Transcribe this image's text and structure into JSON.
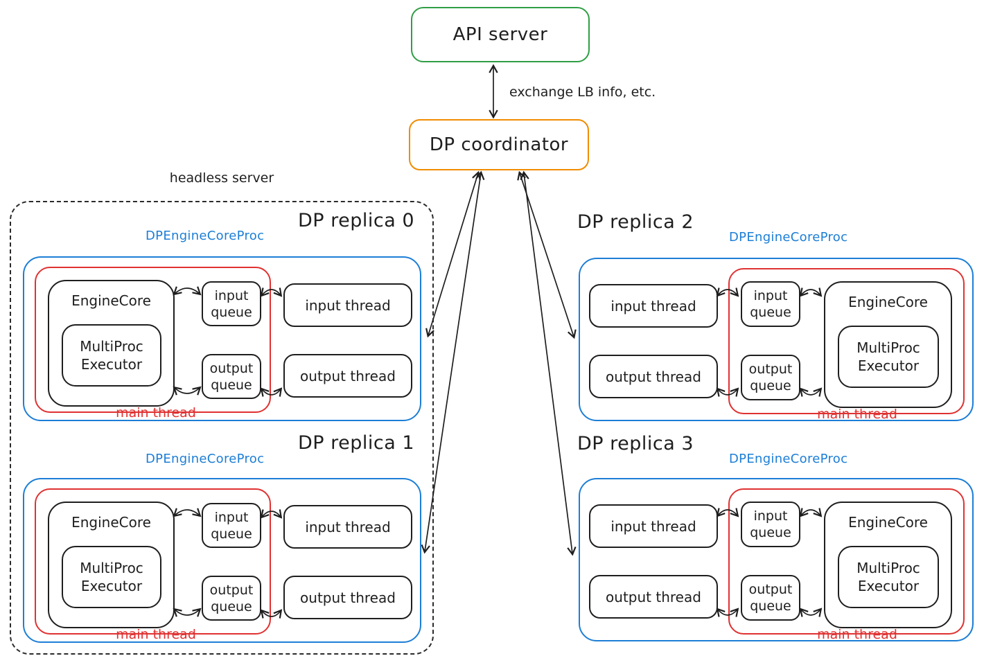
{
  "colors": {
    "green": "#2f9e44",
    "orange": "#f08c00",
    "blue": "#1c7ed6",
    "red": "#e03131",
    "ink": "#1e1e1e"
  },
  "top": {
    "api_server": "API server",
    "dp_coordinator": "DP coordinator",
    "link_label": "exchange LB info, etc."
  },
  "headless": {
    "label": "headless server"
  },
  "replicas": [
    {
      "title": "DP replica 0",
      "proc": "DPEngineCoreProc",
      "engine_core": "EngineCore",
      "executor": "MultiProc\nExecutor",
      "input_queue": "input\nqueue",
      "output_queue": "output\nqueue",
      "input_thread": "input thread",
      "output_thread": "output thread",
      "main_thread": "main thread"
    },
    {
      "title": "DP replica 1",
      "proc": "DPEngineCoreProc",
      "engine_core": "EngineCore",
      "executor": "MultiProc\nExecutor",
      "input_queue": "input\nqueue",
      "output_queue": "output\nqueue",
      "input_thread": "input thread",
      "output_thread": "output thread",
      "main_thread": "main thread"
    },
    {
      "title": "DP replica 2",
      "proc": "DPEngineCoreProc",
      "engine_core": "EngineCore",
      "executor": "MultiProc\nExecutor",
      "input_queue": "input\nqueue",
      "output_queue": "output\nqueue",
      "input_thread": "input thread",
      "output_thread": "output thread",
      "main_thread": "main thread"
    },
    {
      "title": "DP replica 3",
      "proc": "DPEngineCoreProc",
      "engine_core": "EngineCore",
      "executor": "MultiProc\nExecutor",
      "input_queue": "input\nqueue",
      "output_queue": "output\nqueue",
      "input_thread": "input thread",
      "output_thread": "output thread",
      "main_thread": "main thread"
    }
  ]
}
